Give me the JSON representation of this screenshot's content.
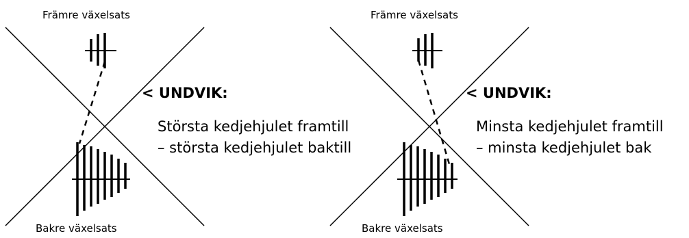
{
  "panels": [
    {
      "front_label": "Främre växelsats",
      "rear_label": "Bakre växelsats",
      "heading": "< UNDVIK:",
      "line1": "Största kedjehjulet framtill",
      "line2": "– största kedjehjulet baktill"
    },
    {
      "front_label": "Främre växelsats",
      "rear_label": "Bakre växelsats",
      "heading": "< UNDVIK:",
      "line1": "Minsta kedjehjulet framtill",
      "line2": "– minsta kedjehjulet bak"
    }
  ],
  "colors": {
    "ink": "#000000",
    "background": "#ffffff"
  }
}
